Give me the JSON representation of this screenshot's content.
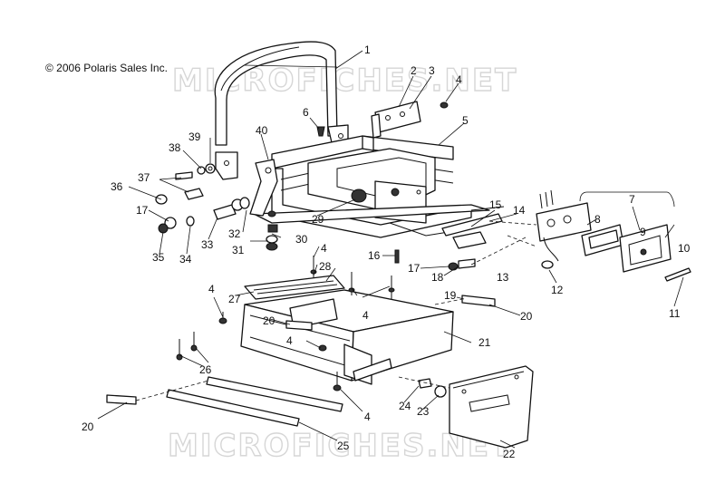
{
  "copyright": "© 2006 Polaris Sales Inc.",
  "watermark": "MICROFICHES.NET",
  "callouts": [
    {
      "id": "c1",
      "text": "1"
    },
    {
      "id": "c2",
      "text": "2"
    },
    {
      "id": "c3",
      "text": "3"
    },
    {
      "id": "c4a",
      "text": "4"
    },
    {
      "id": "c5",
      "text": "5"
    },
    {
      "id": "c6",
      "text": "6"
    },
    {
      "id": "c7",
      "text": "7"
    },
    {
      "id": "c8",
      "text": "8"
    },
    {
      "id": "c9",
      "text": "9"
    },
    {
      "id": "c10",
      "text": "10"
    },
    {
      "id": "c11",
      "text": "11"
    },
    {
      "id": "c12",
      "text": "12"
    },
    {
      "id": "c13",
      "text": "13"
    },
    {
      "id": "c14",
      "text": "14"
    },
    {
      "id": "c15",
      "text": "15"
    },
    {
      "id": "c16",
      "text": "16"
    },
    {
      "id": "c17a",
      "text": "17"
    },
    {
      "id": "c17b",
      "text": "17"
    },
    {
      "id": "c18",
      "text": "18"
    },
    {
      "id": "c19",
      "text": "19"
    },
    {
      "id": "c20a",
      "text": "20"
    },
    {
      "id": "c20b",
      "text": "20"
    },
    {
      "id": "c20c",
      "text": "20"
    },
    {
      "id": "c21",
      "text": "21"
    },
    {
      "id": "c22",
      "text": "22"
    },
    {
      "id": "c23",
      "text": "23"
    },
    {
      "id": "c24",
      "text": "24"
    },
    {
      "id": "c25",
      "text": "25"
    },
    {
      "id": "c26",
      "text": "26"
    },
    {
      "id": "c27",
      "text": "27"
    },
    {
      "id": "c28",
      "text": "28"
    },
    {
      "id": "c29",
      "text": "29"
    },
    {
      "id": "c30",
      "text": "30"
    },
    {
      "id": "c31",
      "text": "31"
    },
    {
      "id": "c32",
      "text": "32"
    },
    {
      "id": "c33",
      "text": "33"
    },
    {
      "id": "c34",
      "text": "34"
    },
    {
      "id": "c35",
      "text": "35"
    },
    {
      "id": "c36",
      "text": "36"
    },
    {
      "id": "c37",
      "text": "37"
    },
    {
      "id": "c38",
      "text": "38"
    },
    {
      "id": "c39",
      "text": "39"
    },
    {
      "id": "c40",
      "text": "40"
    },
    {
      "id": "c4b",
      "text": "4"
    },
    {
      "id": "c4c",
      "text": "4"
    },
    {
      "id": "c4d",
      "text": "4"
    },
    {
      "id": "c4e",
      "text": "4"
    },
    {
      "id": "c4f",
      "text": "4"
    }
  ]
}
